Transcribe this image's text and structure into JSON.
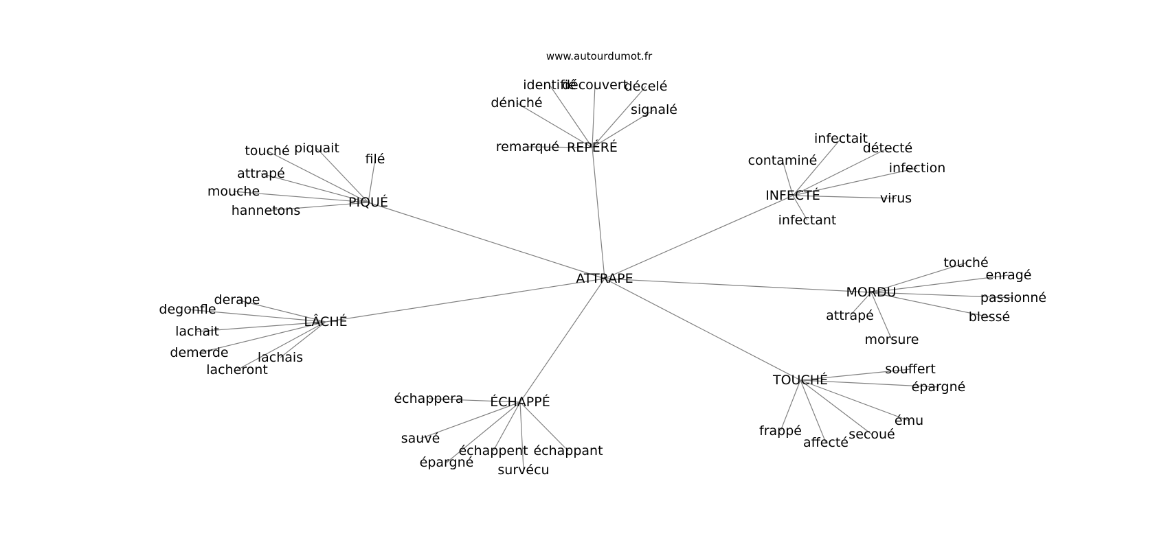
{
  "site": "www.autourdumot.fr",
  "center": "ATTRAPE",
  "clusters": [
    {
      "hub": "REPÉRÉ",
      "words": [
        "identifié",
        "découvert",
        "décelé",
        "signalé",
        "déniché",
        "remarqué"
      ]
    },
    {
      "hub": "PIQUÉ",
      "words": [
        "touché",
        "piquait",
        "filé",
        "attrapé",
        "mouche",
        "hannetons"
      ]
    },
    {
      "hub": "INFECTÉ",
      "words": [
        "infectait",
        "détecté",
        "contaminé",
        "infection",
        "virus",
        "infectant"
      ]
    },
    {
      "hub": "MORDU",
      "words": [
        "touché",
        "enragé",
        "passionné",
        "blessé",
        "attrapé",
        "morsure"
      ]
    },
    {
      "hub": "LÂCHÉ",
      "words": [
        "derape",
        "degonfle",
        "lachait",
        "demerde",
        "lachais",
        "lacheront"
      ]
    },
    {
      "hub": "TOUCHÉ",
      "words": [
        "souffert",
        "épargné",
        "ému",
        "secoué",
        "affecté",
        "frappé"
      ]
    },
    {
      "hub": "ÉCHAPPÉ",
      "words": [
        "échappera",
        "sauvé",
        "échappent",
        "échappant",
        "épargné",
        "survécu"
      ]
    }
  ]
}
